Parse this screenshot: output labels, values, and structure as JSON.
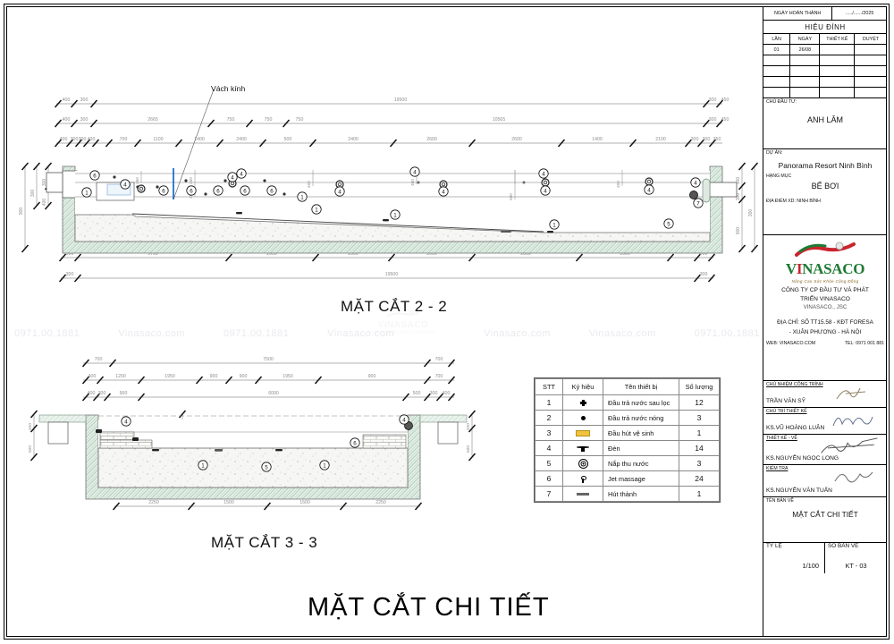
{
  "drawing": {
    "sections": [
      {
        "caption": "MẶT CẮT 2 - 2"
      },
      {
        "caption": "MẶT CẮT 3 - 3"
      }
    ],
    "main_title": "MẶT CẮT CHI TIẾT",
    "annotation_glass": "Vách kính",
    "section22": {
      "dim_row1": [
        "400",
        "300",
        "19500",
        "300",
        "450"
      ],
      "dim_row2": [
        "400",
        "300",
        "2665",
        "750",
        "750",
        "750",
        "10565",
        "300",
        "450"
      ],
      "dim_row3": [
        "400",
        "300",
        "300",
        "400",
        "700",
        "1100",
        "1400",
        "2400",
        "500",
        "2400",
        "2600",
        "1400",
        "300",
        "300",
        "250"
      ],
      "dim_bottom": [
        "300",
        "5700",
        "2000",
        "2000",
        "2000",
        "2000",
        "2800",
        "1000",
        "300"
      ],
      "dim_total": "19500",
      "dim_vert_left": [
        "900",
        "300",
        "400",
        "300",
        "400"
      ],
      "dim_vert_right": [
        "300",
        "300",
        "900",
        "300",
        "300"
      ],
      "dim_interior": [
        "450",
        "450",
        "400",
        "400",
        "400",
        "500",
        "400"
      ],
      "balloons": [
        "6",
        "4",
        "6",
        "6",
        "6",
        "6",
        "1",
        "1",
        "4",
        "4",
        "1",
        "4",
        "4",
        "1",
        "5",
        "4",
        "7",
        "1"
      ]
    },
    "section33": {
      "dim_row1": [
        "700",
        "7500",
        "700"
      ],
      "dim_row2": [
        "400",
        "1200",
        "1950",
        "900",
        "900",
        "1950",
        "900",
        "700"
      ],
      "dim_row3": [
        "400",
        "300",
        "900",
        "6000",
        "500",
        "300",
        "400"
      ],
      "dim_bottom": [
        "2250",
        "1500",
        "1500",
        "2250"
      ],
      "dim_vert_left": [
        "400",
        "500"
      ],
      "dim_vert_right": [
        "400",
        "500"
      ],
      "dim_interior": [
        "450"
      ],
      "balloons": [
        "4",
        "4",
        "6",
        "1",
        "5",
        "1"
      ]
    },
    "watermarks": [
      "0971.00.1881",
      "Vinasaco.com",
      "0971.00.1881",
      "Vinasaco.com",
      "Vinasaco.com",
      "Vinasaco.com",
      "0971.00.1881"
    ],
    "watermark_logo": {
      "word": "VINASACO",
      "sub": "Nâng Cao Sức Khỏe Cộng Đồng"
    }
  },
  "legend": {
    "headers": [
      "STT",
      "Ký hiệu",
      "Tên thiết bị",
      "Số lượng"
    ],
    "rows": [
      {
        "no": "1",
        "symbol": "cross-dot-icon",
        "name": "Đầu trả nước sau lọc",
        "qty": "12"
      },
      {
        "no": "2",
        "symbol": "dot-icon",
        "name": "Đầu trả nước nóng",
        "qty": "3"
      },
      {
        "no": "3",
        "symbol": "yellow-rect-icon",
        "name": "Đầu hút vệ sinh",
        "qty": "1"
      },
      {
        "no": "4",
        "symbol": "lamp-icon",
        "name": "Đèn",
        "qty": "14"
      },
      {
        "no": "5",
        "symbol": "grate-circle-icon",
        "name": "Nắp thu nước",
        "qty": "3"
      },
      {
        "no": "6",
        "symbol": "jet-icon",
        "name": "Jet massage",
        "qty": "24"
      },
      {
        "no": "7",
        "symbol": "suction-line-icon",
        "name": "Hút thành",
        "qty": "1"
      }
    ]
  },
  "title_block": {
    "completion_label": "NGÀY HOÀN THÀNH",
    "completion_value": "...../....../2025",
    "revision_title": "HIỆU ĐÍNH",
    "revision_headers": [
      "LẦN",
      "NGÀY",
      "THIẾT KẾ",
      "DUYỆT"
    ],
    "revision_rows": [
      {
        "lan": "01",
        "ngay": "26/08",
        "thiet_ke": "",
        "duyet": ""
      },
      {
        "lan": "",
        "ngay": "",
        "thiet_ke": "",
        "duyet": ""
      },
      {
        "lan": "",
        "ngay": "",
        "thiet_ke": "",
        "duyet": ""
      },
      {
        "lan": "",
        "ngay": "",
        "thiet_ke": "",
        "duyet": ""
      },
      {
        "lan": "",
        "ngay": "",
        "thiet_ke": "",
        "duyet": ""
      }
    ],
    "owner_label": "CHỦ ĐẦU TƯ:",
    "owner_value": "ANH LÂM",
    "project_label": "DỰ ÁN:",
    "project_value": "Panorama Resort Ninh Bình",
    "item_label": "HẠNG MỤC",
    "item_value": "BỂ BƠI",
    "location": "ĐỊA ĐIỂM XD: NINH BÌNH",
    "logo_word": "VINASACO",
    "logo_sub": "Nâng Cao Sức Khỏe Cộng Đồng",
    "company_line1": "CÔNG TY CP ĐẦU TƯ VÀ PHÁT",
    "company_line2": "TRIỂN VINASACO",
    "company_short": "VINASACO., JSC",
    "address_line1": "ĐỊA CHỈ: SỐ TT15.58 - KĐT FORESA",
    "address_line2": "- XUÂN PHƯƠNG - HÀ NỘI",
    "web": "WEB: VINASACO.COM",
    "tel": "TEL: 0971 001 881",
    "signatures": [
      {
        "role": "CHỦ NHIỆM CÔNG TRÌNH",
        "name": "TRẦN VĂN SỸ"
      },
      {
        "role": "CHỦ TRÌ THIẾT KẾ",
        "name": "KS.VŨ HOÀNG LUÂN"
      },
      {
        "role": "THIẾT KẾ - VẼ",
        "name": "KS.NGUYỄN NGỌC LONG"
      },
      {
        "role": "KIỂM TRA",
        "name": "KS.NGUYỄN VĂN TUẤN"
      }
    ],
    "drawing_name_label": "TÊN BẢN VẼ",
    "drawing_name_value": "MẶT CẮT CHI TIẾT",
    "scale_label": "TỶ LỆ",
    "scale_value": "1/100",
    "sheet_label": "SỐ BẢN VẼ",
    "sheet_value": "KT - 03"
  },
  "colors": {
    "ink": "#000000",
    "dim": "#8c8c8c",
    "hatch_green": "#cfe3d4",
    "concrete": "#f3f3f1",
    "glass_blue": "#1f6fd0",
    "accent_yellow": "#f0c33c",
    "logo_green": "#1f7a34",
    "logo_red": "#c9252d"
  }
}
